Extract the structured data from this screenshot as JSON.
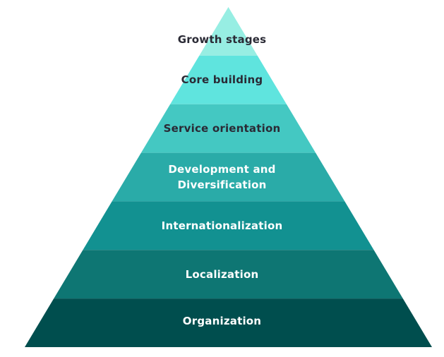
{
  "diagram": {
    "type": "pyramid",
    "layers": [
      {
        "label": "Growth stages",
        "color": "#97EEE3",
        "text_color": "#2A2A35"
      },
      {
        "label": "Core building",
        "color": "#5FE4DE",
        "text_color": "#2A2A35"
      },
      {
        "label": "Service orientation",
        "color": "#44C8C2",
        "text_color": "#2A2A35"
      },
      {
        "label": "Development and Diversification",
        "line1": "Development and",
        "line2": "Diversification",
        "color": "#2AABA8",
        "text_color": "#FFFFFF"
      },
      {
        "label": "Internationalization",
        "color": "#129191",
        "text_color": "#FFFFFF"
      },
      {
        "label": "Localization",
        "color": "#0E7673",
        "text_color": "#FFFFFF"
      },
      {
        "label": "Organization",
        "color": "#004E4E",
        "text_color": "#FFFFFF"
      }
    ]
  }
}
